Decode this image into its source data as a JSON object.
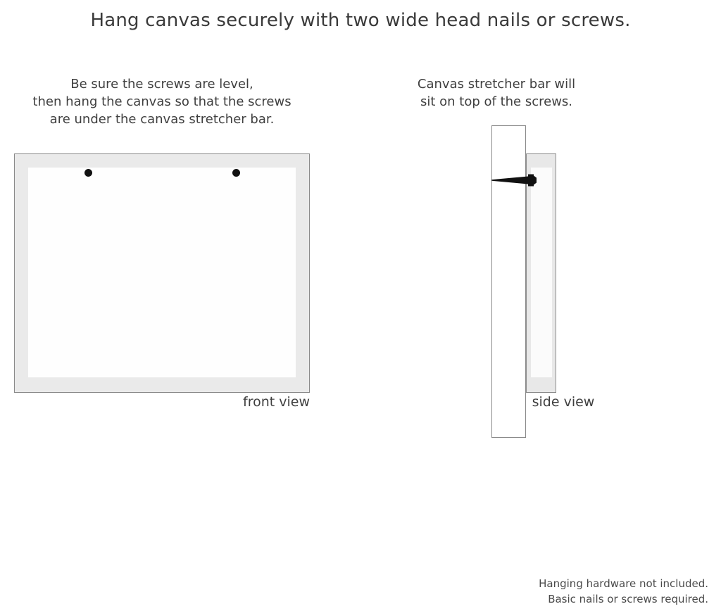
{
  "title": "Hang canvas securely with two wide head nails or screws.",
  "captions": {
    "front": {
      "line1": "Be sure the screws are level,",
      "line2": "then hang the canvas so that the screws",
      "line3": "are under the canvas stretcher bar."
    },
    "side": {
      "line1": "Canvas stretcher bar will",
      "line2": "sit on top of the screws."
    }
  },
  "labels": {
    "front_view": "front view",
    "side_view": "side view"
  },
  "footer": {
    "line1": "Hanging hardware not included.",
    "line2": "Basic nails or screws required."
  },
  "colors": {
    "background": "#ffffff",
    "text": "#3c3c3c",
    "frame_fill": "#eaeaea",
    "frame_border": "#8a8a8a",
    "canvas_inner": "#fefefe",
    "screw": "#111111"
  },
  "diagram": {
    "front_view": {
      "screw_count": 2,
      "screw_positions": [
        "left",
        "right"
      ]
    },
    "side_view": {
      "parts": [
        "wall",
        "canvas stretcher bar",
        "screw"
      ]
    }
  }
}
